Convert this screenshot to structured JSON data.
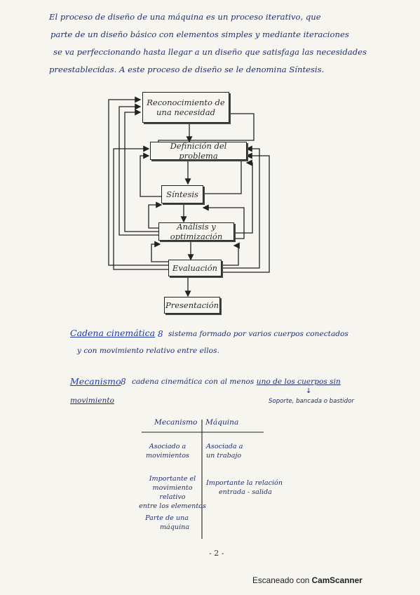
{
  "intro": {
    "lines": [
      "El proceso de diseño de una máquina es un proceso iterativo, que",
      "parte de un diseño básico con elementos simples y mediante iteraciones",
      "se va perfeccionando hasta llegar a un diseño que satisfaga las necesidades",
      "preestablecidas. A este proceso de diseño se le denomina Síntesis."
    ]
  },
  "diagram": {
    "boxes": [
      "Reconocimiento de una necesidad",
      "Definición del problema",
      "Síntesis",
      "Análisis y optimización",
      "Evaluación",
      "Presentación"
    ]
  },
  "cadena": {
    "term": "Cadena cinemática",
    "separator": "8",
    "line1": "sistema formado por varios cuerpos conectados",
    "line2": "y con movimiento relativo entre ellos."
  },
  "mecanismo": {
    "term": "Mecanismo",
    "separator": "8",
    "line1_a": "cadena cinemática con al menos ",
    "line1_b": "uno de los cuerpos sin",
    "line2": "movimiento",
    "note_arrow": "↓",
    "note": "Soporte, bancada o bastidor"
  },
  "table": {
    "headers": [
      "Mecanismo",
      "Máquina"
    ],
    "left_rows": [
      [
        "Asociado a",
        "movimientos"
      ],
      [
        "Importante el",
        "movimiento relativo",
        "entre los elementos"
      ],
      [
        "Parte de una",
        "máquina"
      ]
    ],
    "right_rows": [
      [
        "Asociada a",
        "un trabajo"
      ],
      [
        "Importante la relación",
        "entrada - salida"
      ]
    ]
  },
  "page_number": "- 2 -",
  "footer": {
    "prefix": "Escaneado con ",
    "brand": "CamScanner"
  }
}
